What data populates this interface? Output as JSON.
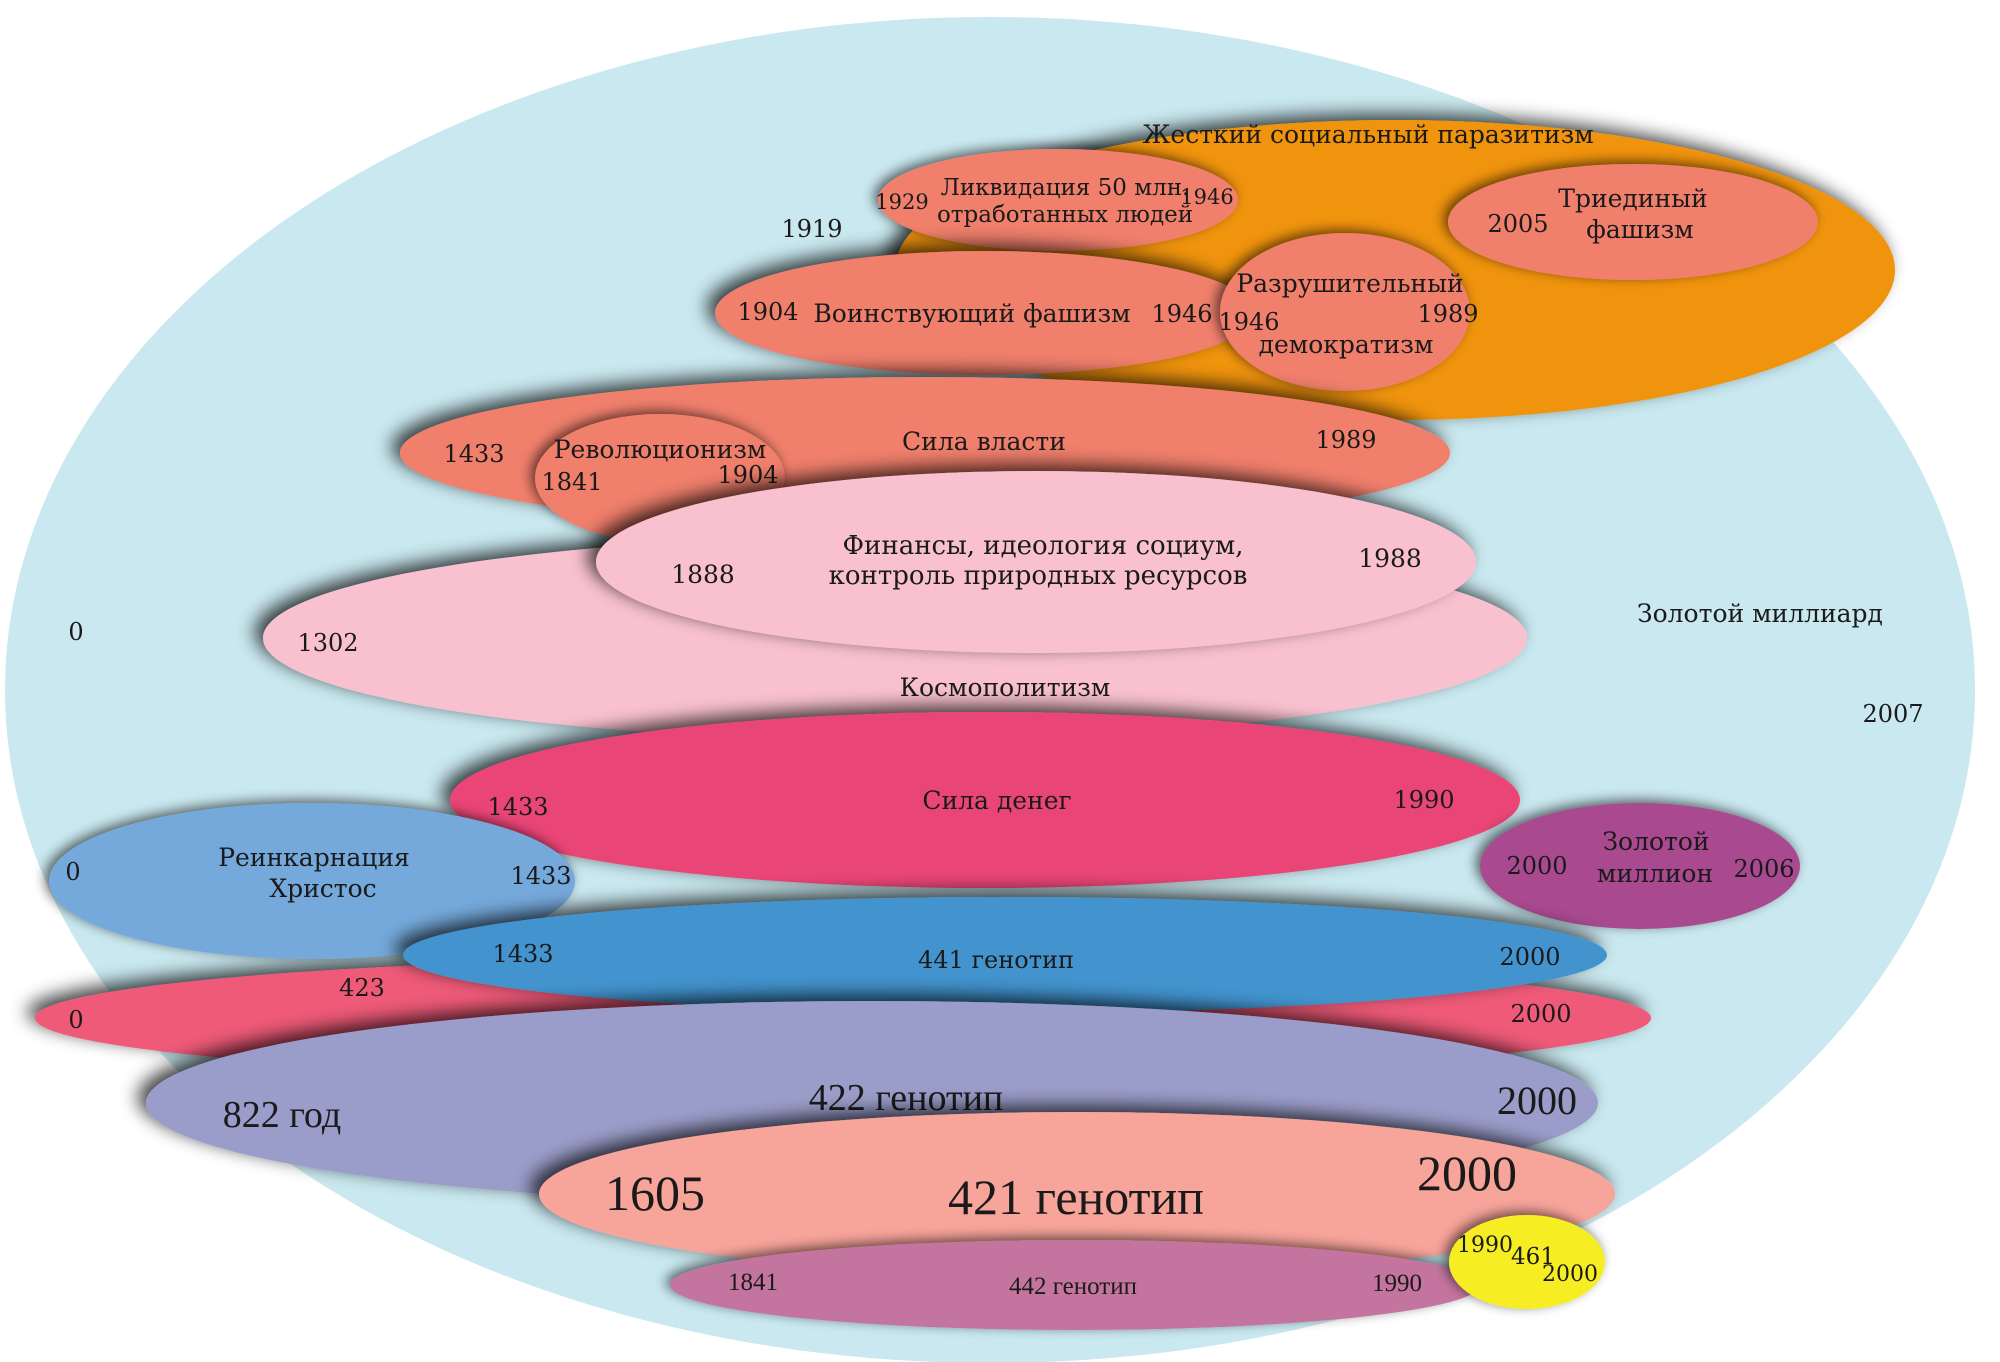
{
  "diagram": {
    "background": {
      "label": "Золотой миллиард",
      "start": "0",
      "end": "2007",
      "color": "#c9e8ef"
    },
    "fascism": {
      "label": "Жесткий социальный паразитизм",
      "start": "1919",
      "color": "#f0930a"
    },
    "liquidation": {
      "label_line1": "Ликвидация 50 млн.",
      "label_line2": "отработанных людей",
      "start": "1929",
      "end": "1946"
    },
    "triune_fascism": {
      "label_line1": "Триединый",
      "label_line2": "фашизм",
      "start": "2005"
    },
    "militant_fascism": {
      "label": "Воинствующий фашизм",
      "start": "1904",
      "end": "1946"
    },
    "destructive_democratism": {
      "label_line1": "Разрушительный",
      "label_line2": "демократизм",
      "start": "1946",
      "end": "1989"
    },
    "power": {
      "label": "Сила власти",
      "start": "1433",
      "end": "1989"
    },
    "revolutionism": {
      "label": "Революционизм",
      "start": "1841",
      "end": "1904"
    },
    "finance": {
      "label_line1": "Финансы, идеология социум,",
      "label_line2": "контроль природных ресурсов",
      "start": "1888",
      "end": "1988"
    },
    "cosmopolitism": {
      "label": "Космополитизм",
      "start": "1302"
    },
    "money_power": {
      "label": "Сила денег",
      "start": "1433",
      "end": "1990"
    },
    "reincarnation": {
      "label_line1": "Реинкарнация",
      "label_line2": "Христос",
      "start": "0",
      "end": "1433"
    },
    "golden_million": {
      "label_line1": "Золотой",
      "label_line2": "миллион",
      "start": "2000",
      "end": "2006"
    },
    "genotype_441": {
      "label": "441 генотип",
      "start": "1433",
      "end": "2000"
    },
    "genotype_423": {
      "label": "423",
      "start": "0",
      "end": "2000"
    },
    "genotype_422": {
      "label": "422 генотип",
      "start": "822 год",
      "end": "2000"
    },
    "genotype_421": {
      "label": "421 генотип",
      "start": "1605",
      "end": "2000"
    },
    "genotype_442": {
      "label": "442 генотип",
      "start": "1841",
      "end": "1990"
    },
    "genotype_461": {
      "label": "461",
      "start": "1990",
      "end": "2000"
    }
  }
}
